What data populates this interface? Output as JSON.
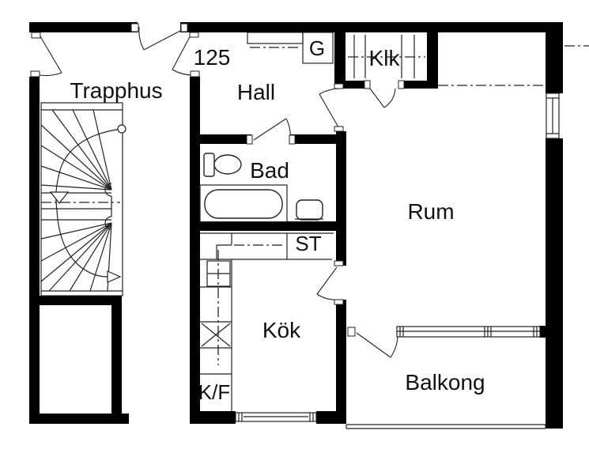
{
  "plan": {
    "apartment_number": "125",
    "rooms": {
      "trapphus": "Trapphus",
      "hall": "Hall",
      "bad": "Bad",
      "klk": "Klk",
      "rum": "Rum",
      "kok": "Kök",
      "balkong": "Balkong"
    },
    "closets_appliances": {
      "garderob": "G",
      "stadskap": "ST",
      "kyl_frys": "K/F"
    },
    "colors": {
      "wall": "#000000",
      "line": "#222222",
      "background": "#ffffff",
      "label_text": "#111111"
    }
  }
}
